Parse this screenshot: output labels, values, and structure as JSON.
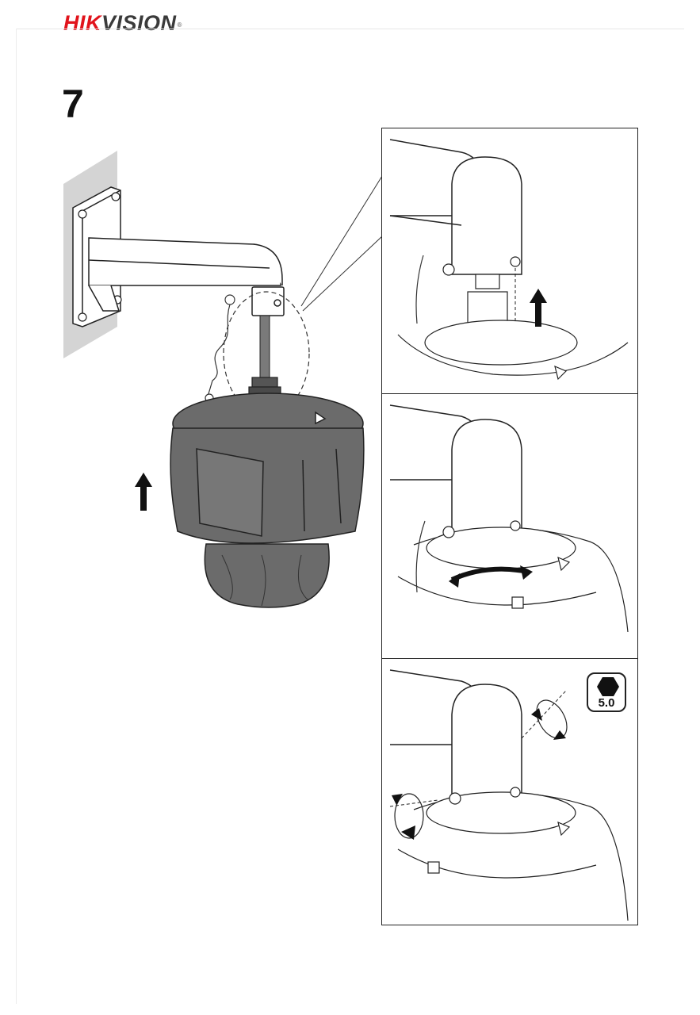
{
  "header": {
    "brand_part_1": "HIK",
    "brand_part_2": "VISION",
    "registered_mark": "®"
  },
  "step": {
    "number": "7"
  },
  "detail_panels": [
    {
      "id": "detach",
      "arrow": "up-arrow"
    },
    {
      "id": "rotate",
      "arrow": "double-arrow"
    },
    {
      "id": "tighten",
      "arrow": "rotation-arrows"
    }
  ],
  "tool": {
    "icon": "hex-key-icon",
    "size": "5.0"
  },
  "colors": {
    "brand_red": "#e1131b",
    "dome_gray": "#6b6b6b",
    "wall_gray": "#d4d4d4"
  }
}
